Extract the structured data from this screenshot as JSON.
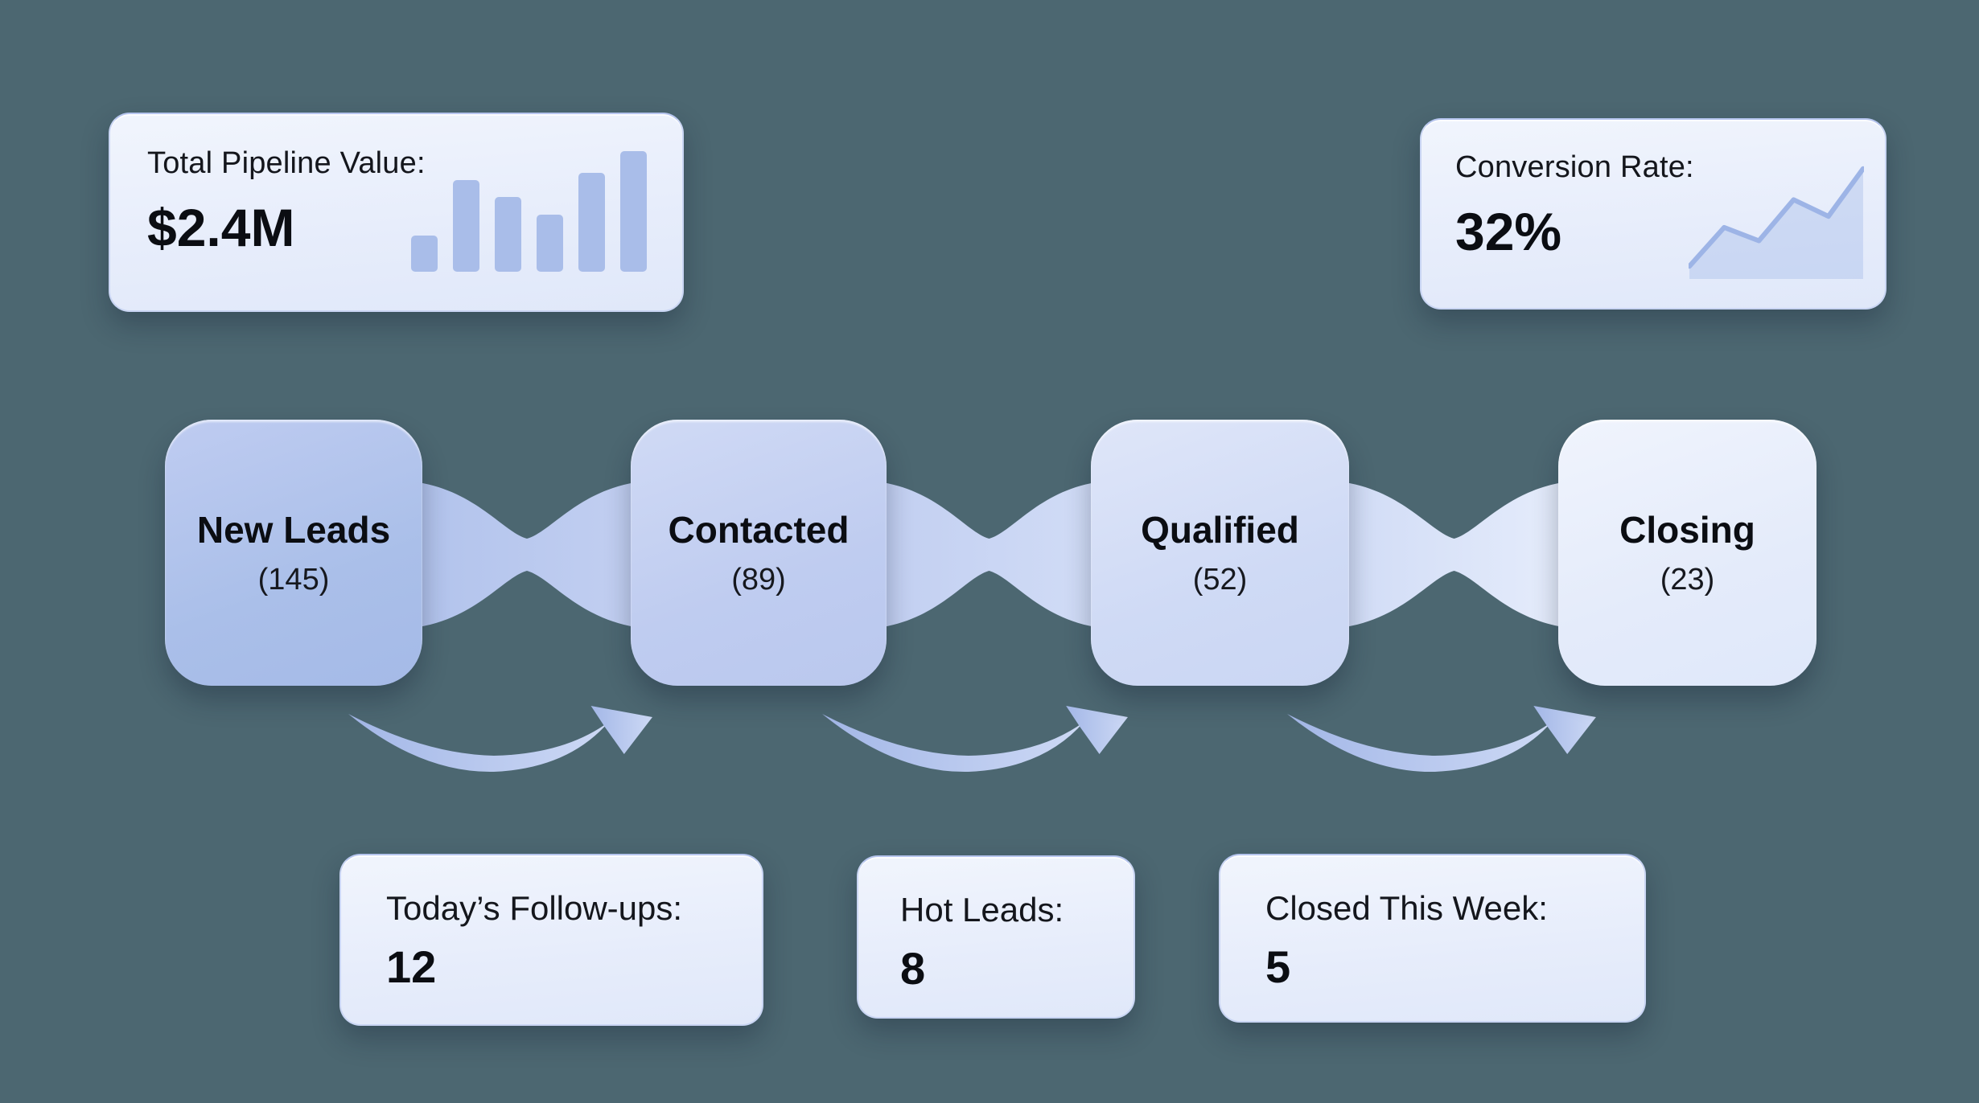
{
  "theme": {
    "background": "#4c6771",
    "card_background": "#e9eefb",
    "card_border": "#c9d5f3",
    "bar_color": "#a9bde9",
    "line_color": "#9db4e6",
    "arrow_color_start": "#a3b7e7",
    "arrow_color_end": "#cdd9f5",
    "stage_colors": [
      "#aabfe9",
      "#bfccf0",
      "#cfdaf5",
      "#e4ebfa"
    ],
    "text_color": "#0d0f14"
  },
  "stat_cards": {
    "pipeline_value": {
      "label": "Total Pipeline Value:",
      "value": "$2.4M"
    },
    "conversion_rate": {
      "label": "Conversion Rate:",
      "value": "32%"
    }
  },
  "pipeline": {
    "stages": [
      {
        "name": "New Leads",
        "count": "(145)"
      },
      {
        "name": "Contacted",
        "count": "(89)"
      },
      {
        "name": "Qualified",
        "count": "(52)"
      },
      {
        "name": "Closing",
        "count": "(23)"
      }
    ]
  },
  "bottom_cards": [
    {
      "label": "Today’s Follow-ups:",
      "value": "12"
    },
    {
      "label": "Hot Leads:",
      "value": "8"
    },
    {
      "label": "Closed This Week:",
      "value": "5"
    }
  ],
  "chart_data": [
    {
      "type": "bar",
      "title": "Total Pipeline Value mini bar chart",
      "categories": [
        "1",
        "2",
        "3",
        "4",
        "5",
        "6"
      ],
      "values": [
        30,
        76,
        62,
        47,
        82,
        100
      ],
      "ylim": [
        0,
        100
      ],
      "xlabel": "",
      "ylabel": ""
    },
    {
      "type": "line",
      "title": "Conversion Rate mini trend line",
      "x": [
        0,
        1,
        2,
        3,
        4,
        5
      ],
      "y": [
        10,
        45,
        33,
        70,
        55,
        98
      ],
      "ylim": [
        0,
        100
      ],
      "xlabel": "",
      "ylabel": ""
    }
  ]
}
